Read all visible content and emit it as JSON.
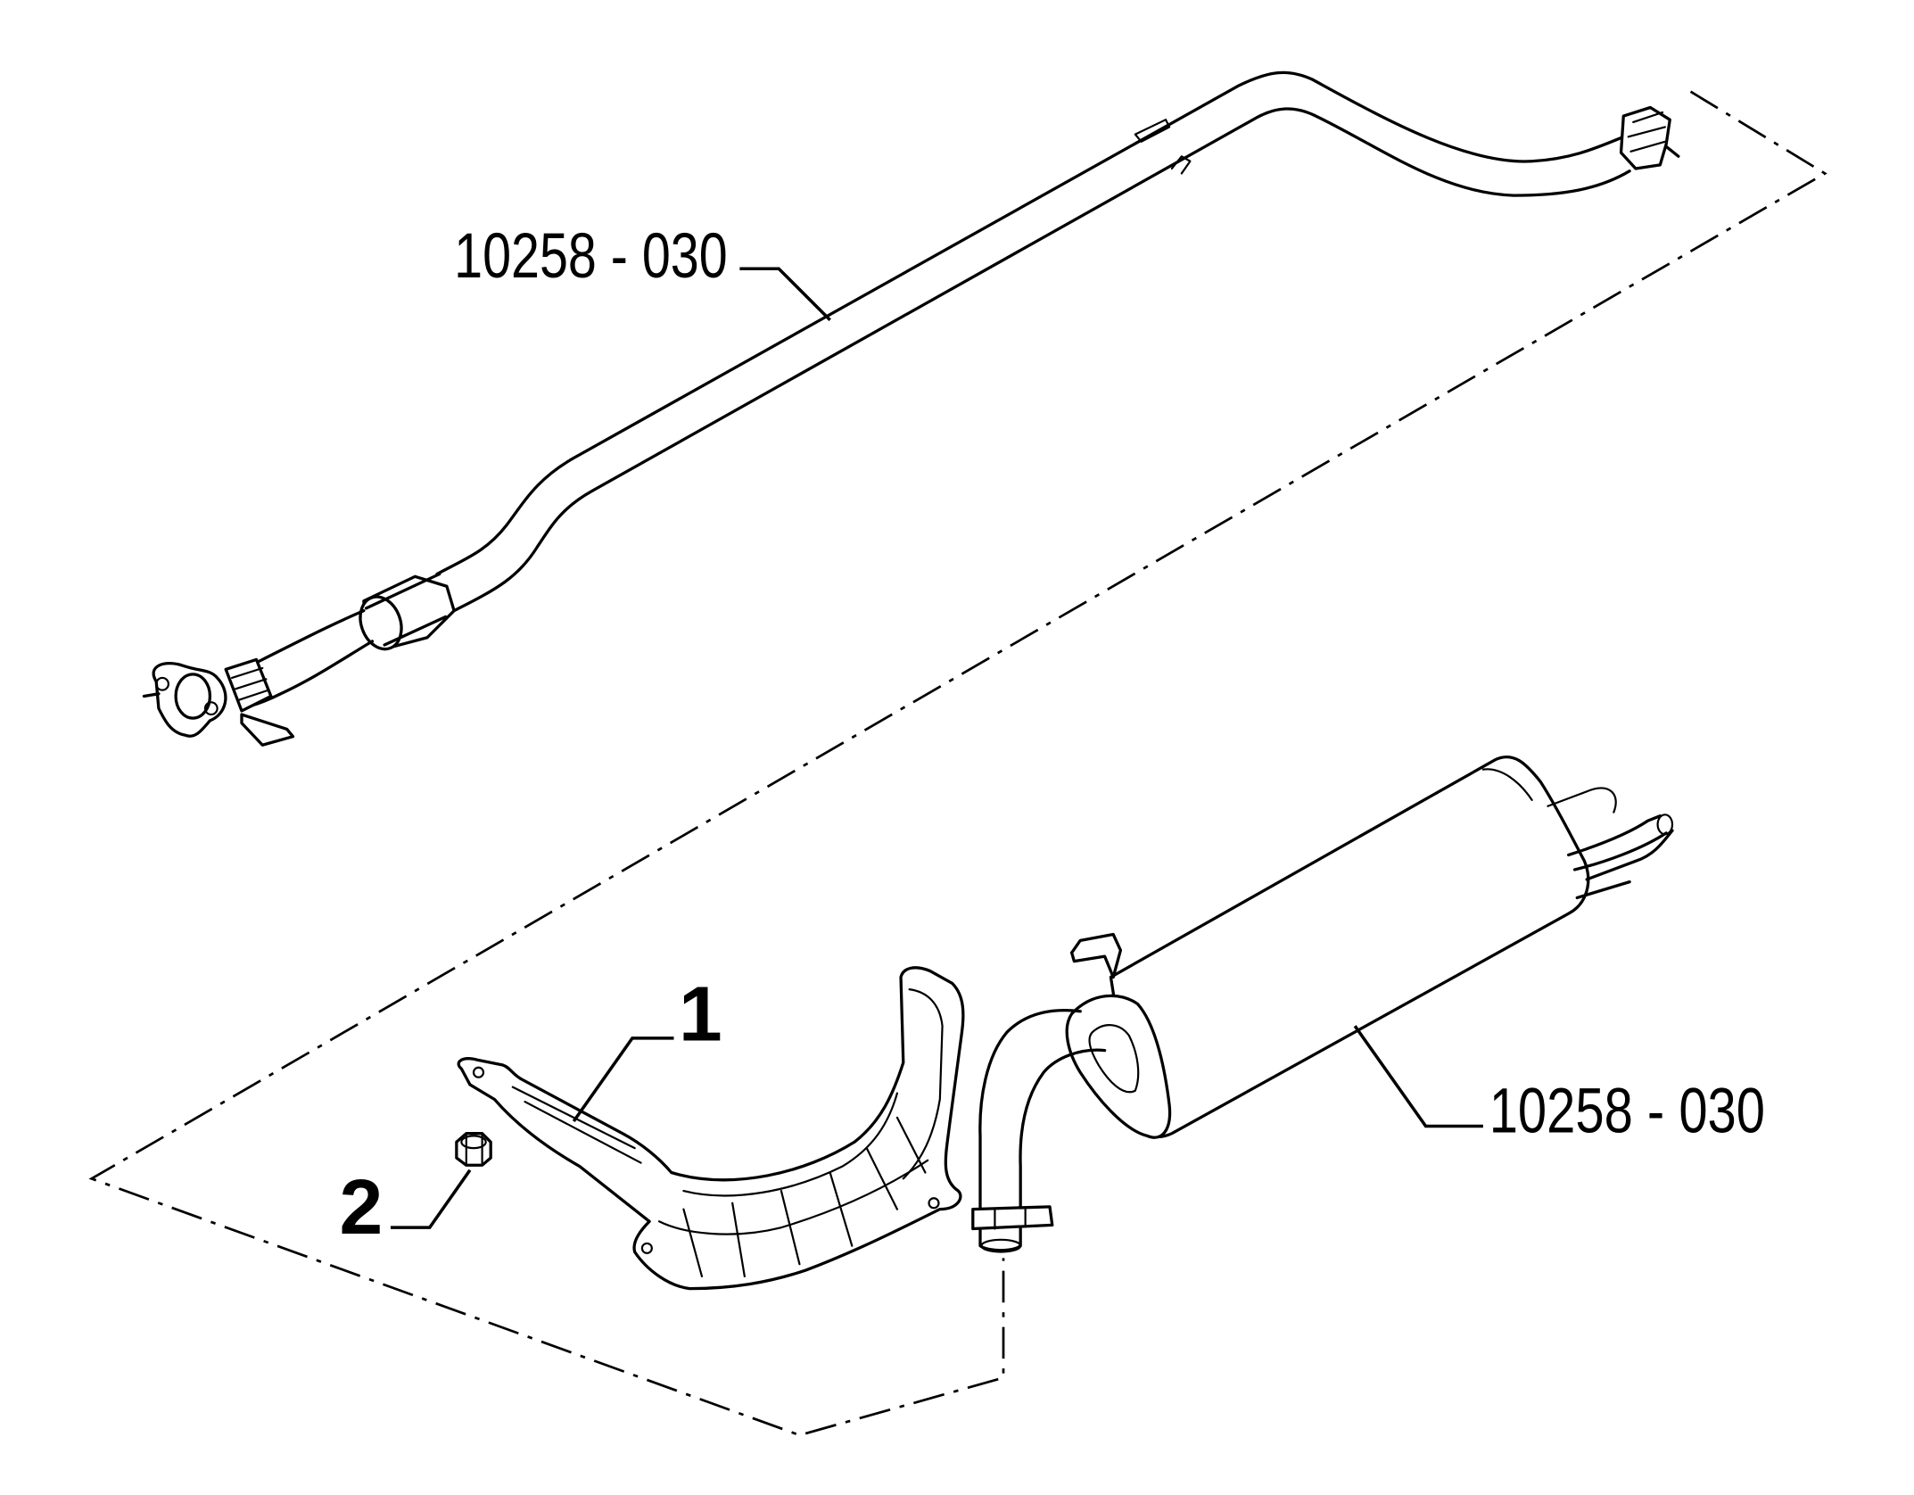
{
  "labels": {
    "pipe_ref": "10258 - 030",
    "muffler_ref": "10258 - 030",
    "item1": "1",
    "item2": "2"
  },
  "parts": [
    {
      "name": "exhaust-pipe-assembly",
      "ref": "10258 - 030"
    },
    {
      "name": "rear-muffler",
      "ref": "10258 - 030"
    },
    {
      "name": "heat-shield",
      "item": "1"
    },
    {
      "name": "nut",
      "item": "2"
    }
  ]
}
